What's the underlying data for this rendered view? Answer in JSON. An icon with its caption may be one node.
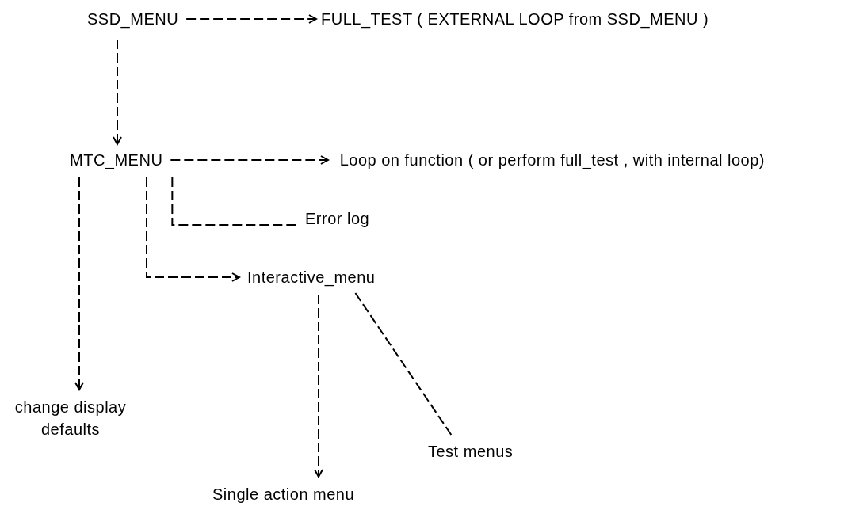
{
  "diagram": {
    "nodes": [
      {
        "text": [
          "SSD_MENU"
        ]
      },
      {
        "text": [
          "FULL_TEST ( EXTERNAL LOOP from SSD_MENU )"
        ]
      },
      {
        "text": [
          "MTC_MENU"
        ]
      },
      {
        "text": [
          "Loop on function ( or perform full_test , with internal loop)"
        ]
      },
      {
        "text": [
          "Error log"
        ]
      },
      {
        "text": [
          "Interactive_menu"
        ]
      },
      {
        "text": [
          "change display defaults"
        ]
      },
      {
        "text": [
          "Single action menu"
        ]
      },
      {
        "text": [
          "Test menus"
        ]
      }
    ],
    "edges": [
      {
        "from": 0,
        "to": 1,
        "arrow": "to"
      },
      {
        "from": 0,
        "to": 2,
        "arrow": "to"
      },
      {
        "from": 2,
        "to": 3,
        "arrow": "to"
      },
      {
        "from": 2,
        "to": 4,
        "arrow": "none"
      },
      {
        "from": 2,
        "to": 5,
        "arrow": "to"
      },
      {
        "from": 2,
        "to": 6,
        "arrow": "to"
      },
      {
        "from": 5,
        "to": 7,
        "arrow": "to"
      },
      {
        "from": 5,
        "to": 8,
        "arrow": "none"
      }
    ]
  }
}
